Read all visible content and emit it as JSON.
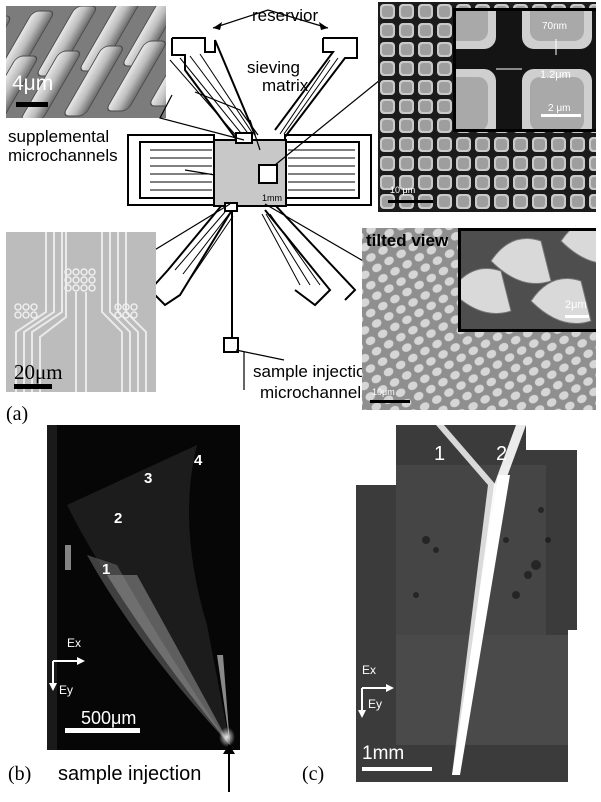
{
  "panel_a": {
    "letter": "(a)",
    "labels": {
      "reservoir": "reservior",
      "sieving": "sieving",
      "matrix": "matrix",
      "supplemental": "supplemental",
      "microchannels_left": "microchannels",
      "sample_injection": "sample injection",
      "microchannels_bottom": "microchannels",
      "scale_center": "1mm",
      "tilted_view": "tilted view"
    },
    "scalebars": {
      "top_left": "4μm",
      "top_right_main": "10 μm",
      "top_right_inset_gap": "70nm",
      "top_right_inset_width": "1.2μm",
      "top_right_inset_bar": "2 μm",
      "bottom_left": "20μm",
      "bottom_right_main": "10μm",
      "bottom_right_inset": "2μm"
    }
  },
  "panel_b": {
    "letter": "(b)",
    "caption": "sample injection",
    "stream_labels": [
      "1",
      "2",
      "3",
      "4"
    ],
    "axis_x": "Ex",
    "axis_y": "Ey",
    "scalebar": "500μm"
  },
  "panel_c": {
    "letter": "(c)",
    "stream_labels": [
      "1",
      "2"
    ],
    "axis_x": "Ex",
    "axis_y": "Ey",
    "scalebar": "1mm"
  }
}
